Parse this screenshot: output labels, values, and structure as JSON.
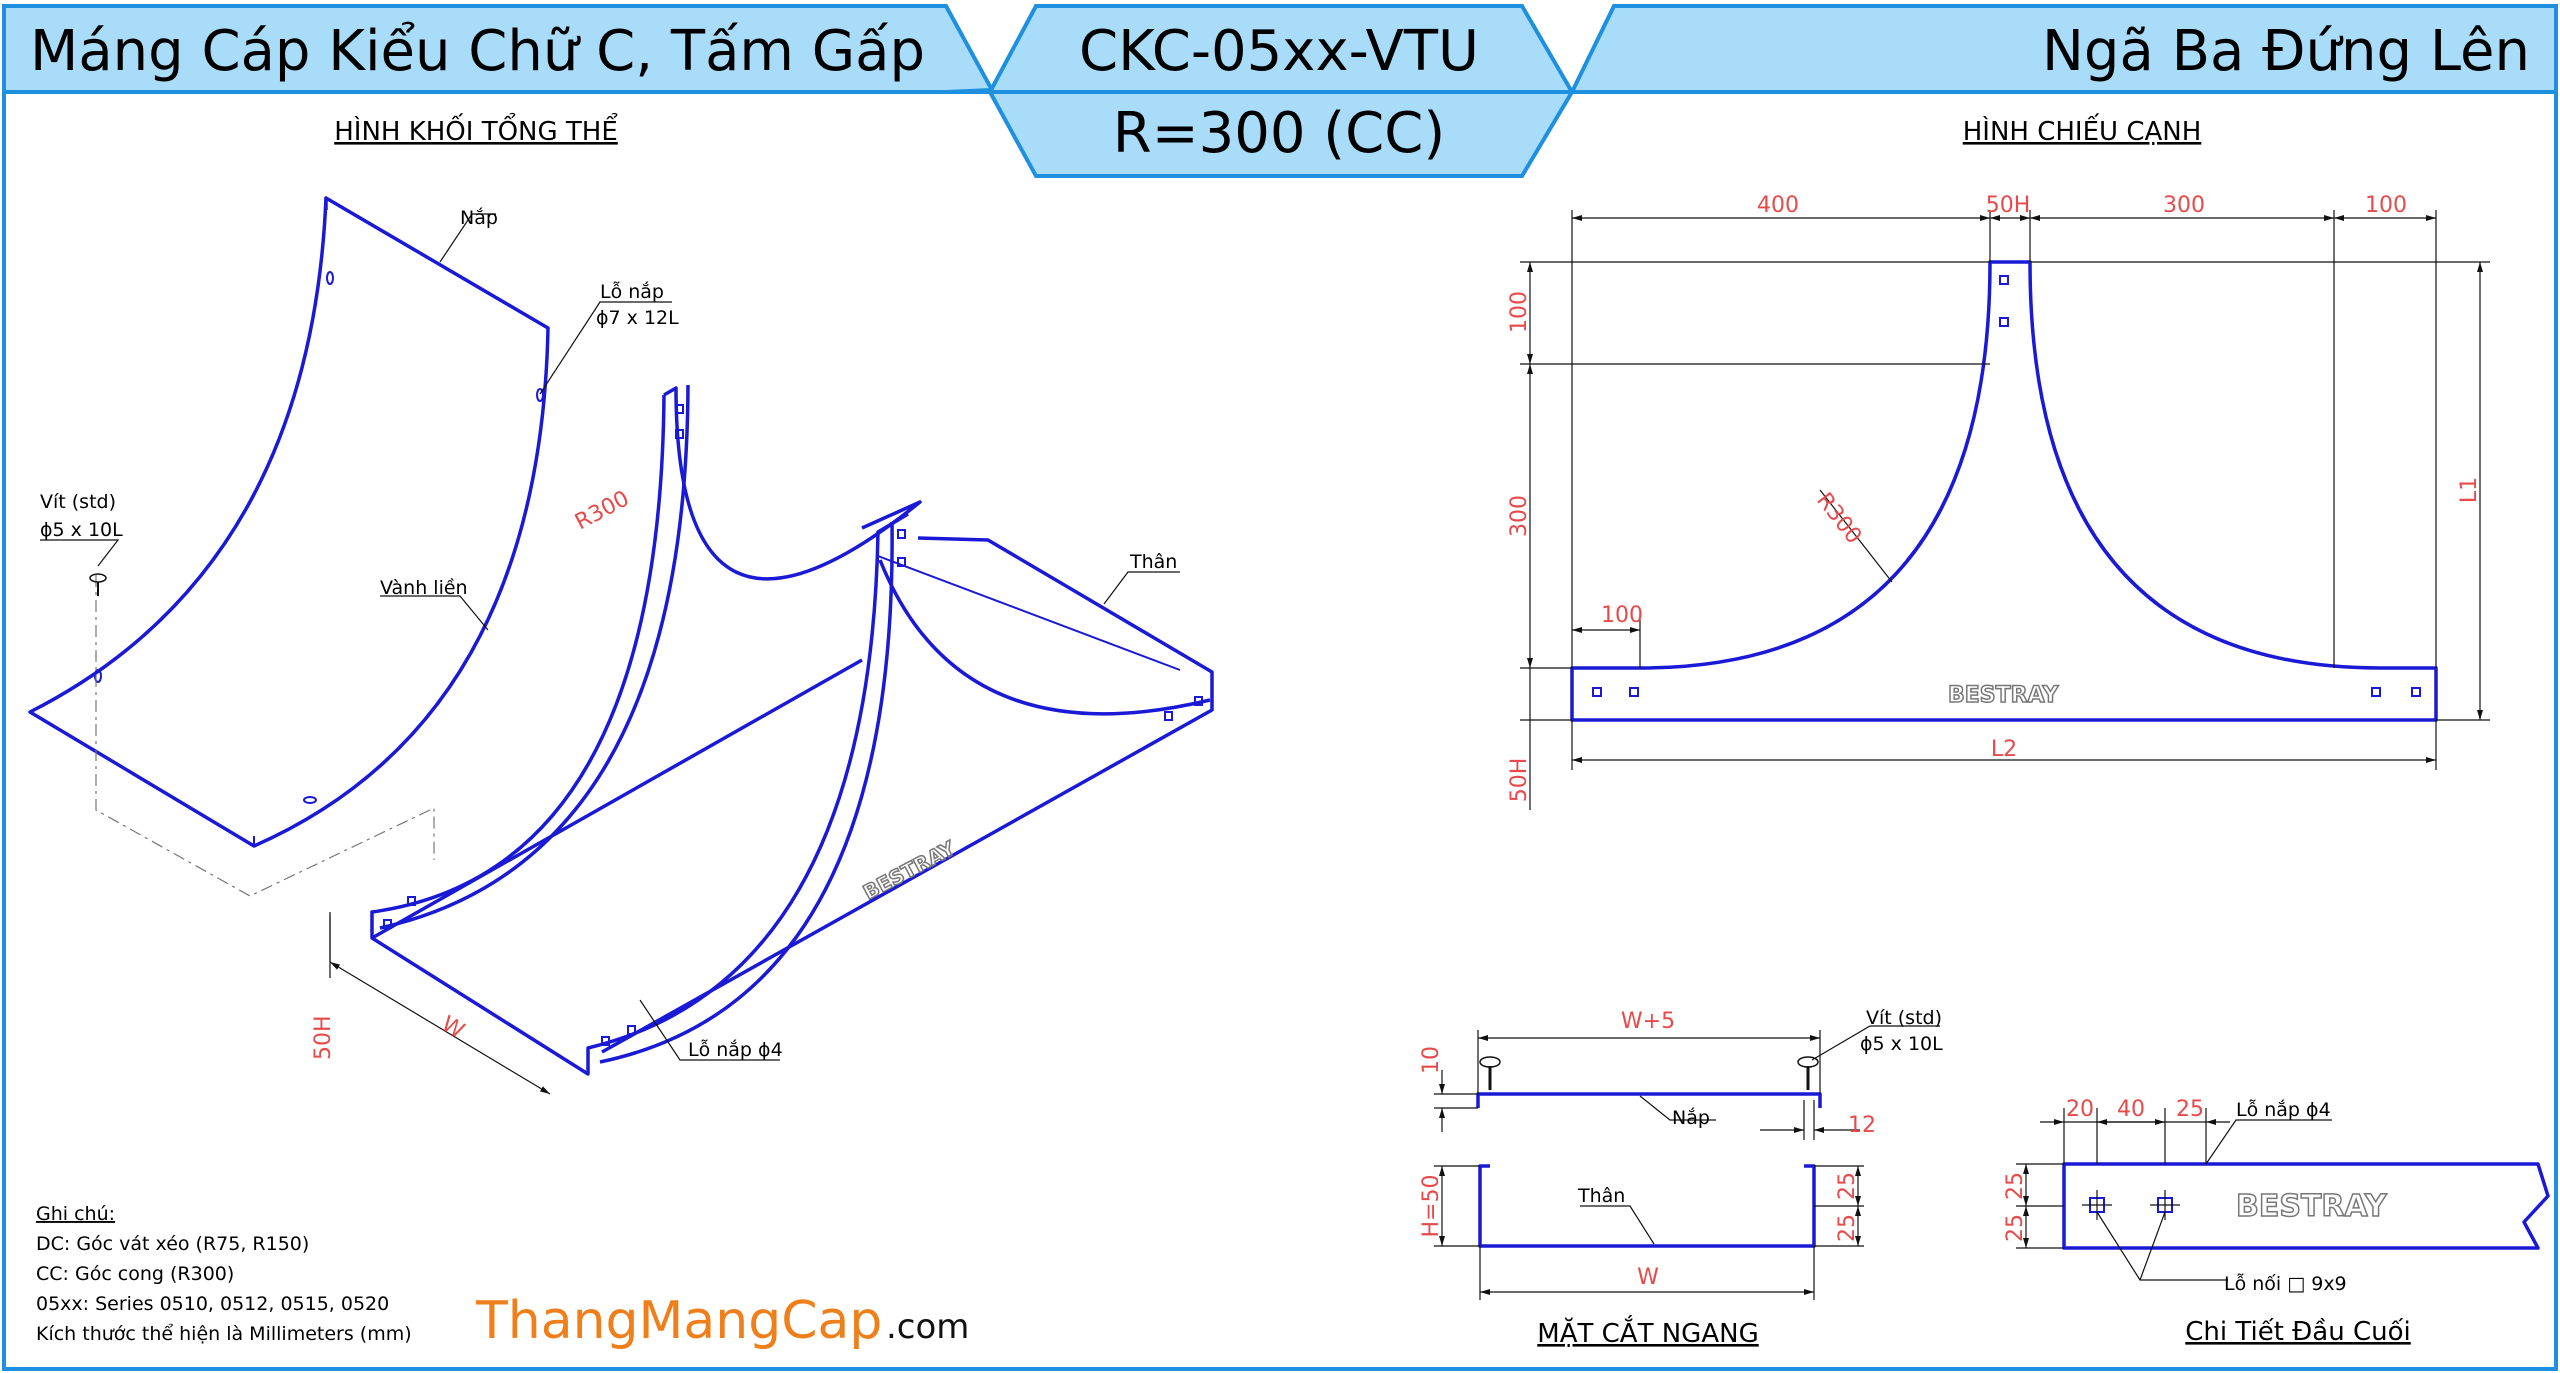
{
  "header": {
    "left_title": "Máng Cáp Kiểu Chữ C, Tấm Gấp",
    "code": "CKC-05xx-VTU",
    "radius": "R=300 (CC)",
    "right_title": "Ngã Ba Đứng Lên"
  },
  "iso_view": {
    "title": "HÌNH KHỐI TỔNG THỂ",
    "labels": {
      "lid": "Nắp",
      "lid_hole_1": "Lỗ nắp",
      "lid_hole_2": "ϕ7 x 12L",
      "screw_1": "Vít (std)",
      "screw_2": "ϕ5 x 10L",
      "rim": "Vành liền",
      "body": "Thân",
      "lid_hole_small": "Lỗ nắp ϕ4",
      "radius": "R300",
      "height": "50H",
      "width": "W",
      "brand": "BESTRAY"
    }
  },
  "side_view": {
    "title": "HÌNH CHIẾU CẠNH",
    "dims": {
      "d400": "400",
      "d50h": "50H",
      "d300": "300",
      "d100_top": "100",
      "v100": "100",
      "v300": "300",
      "r300": "R300",
      "l1": "L1",
      "h100": "100",
      "l2": "L2",
      "v50h": "50H"
    },
    "brand": "BESTRAY"
  },
  "section_view": {
    "title": "MẶT CẮT NGANG",
    "dims": {
      "w5": "W+5",
      "d10": "10",
      "d12": "12",
      "h50": "H=50",
      "d25a": "25",
      "d25b": "25",
      "w": "W"
    },
    "labels": {
      "screw_1": "Vít (std)",
      "screw_2": "ϕ5 x 10L",
      "lid": "Nắp",
      "body": "Thân"
    }
  },
  "end_detail": {
    "title": "Chi Tiết Đầu Cuối",
    "dims": {
      "d20": "20",
      "d40": "40",
      "d25": "25",
      "v25a": "25",
      "v25b": "25"
    },
    "labels": {
      "lid_hole": "Lỗ nắp ϕ4",
      "joint_hole": "Lỗ nối □ 9x9"
    },
    "brand": "BESTRAY"
  },
  "notes": {
    "heading": "Ghi chú:",
    "lines": [
      "DC: Góc vát xéo (R75, R150)",
      "CC: Góc cong (R300)",
      "05xx: Series 0510, 0512, 0515, 0520",
      "Kích thước thể hiện là Millimeters (mm)"
    ]
  },
  "website": {
    "name": "ThangMangCap",
    "tld": ".com"
  },
  "colors": {
    "banner_fill": "#a9dcf8",
    "frame": "#1f8fe0",
    "part_stroke": "#1a1ad6",
    "dimension_text": "#e64a4a",
    "brand_orange": "#ef7f1a"
  }
}
